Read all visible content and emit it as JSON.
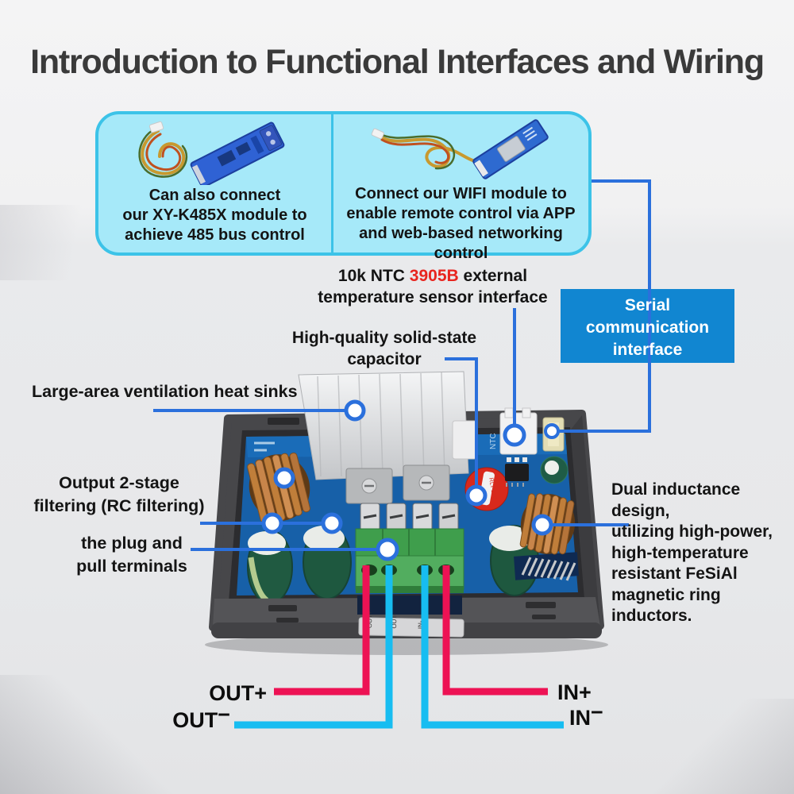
{
  "title": {
    "text": "Introduction to Functional Interfaces and Wiring"
  },
  "info_panel": {
    "left_card": {
      "image": "xy-k485x-module-photo",
      "lines": [
        "Can also connect",
        "our XY-K485X module to",
        "achieve 485 bus control"
      ]
    },
    "right_card": {
      "image": "wifi-module-photo",
      "lines": [
        "Connect our WIFI module to",
        "enable remote control via APP",
        "and web-based networking control"
      ]
    }
  },
  "callouts": {
    "ntc_sensor": {
      "line1_pre": "10k NTC ",
      "line1_highlight": "3905B",
      "line1_post": " external",
      "line2": "temperature sensor interface"
    },
    "serial_interface": {
      "lines": [
        "Serial",
        "communication",
        "interface"
      ]
    },
    "solid_state_capacitor": {
      "lines": [
        "High-quality solid-state",
        "capacitor"
      ]
    },
    "heat_sinks": {
      "text": "Large-area ventilation heat sinks"
    },
    "output_filtering": {
      "lines": [
        "Output 2-stage",
        "filtering (RC filtering)"
      ]
    },
    "plug_terminals": {
      "lines": [
        "the plug and",
        "pull terminals"
      ]
    },
    "dual_inductance": {
      "lines": [
        "Dual inductance design,",
        "utilizing high-power,",
        "high-temperature",
        "resistant FeSiAl",
        "magnetic ring inductors."
      ]
    }
  },
  "wiring_labels": {
    "out_plus": {
      "name": "OUT",
      "sign": "+"
    },
    "out_minus": {
      "name": "OUT",
      "sign": "−"
    },
    "in_plus": {
      "name": "IN",
      "sign": "+"
    },
    "in_minus": {
      "name": "IN",
      "sign": "−"
    }
  },
  "device": {
    "red_capacitor_label": "RLT 220",
    "pcb_silk_ntc": "NTC",
    "sticker_labels": [
      "OUT+",
      "OUT-",
      "IN-",
      "IN+"
    ]
  },
  "colors": {
    "accent_blue": "#2b70dc",
    "red_wire": "#ed1254",
    "cyan_wire": "#17bdf1",
    "serial_bg": "#1186d1",
    "box_fill": "#a6e9f9",
    "box_border": "#3cc3e8",
    "highlight_red": "#e8251f",
    "title_color": "#3a3a3a"
  }
}
